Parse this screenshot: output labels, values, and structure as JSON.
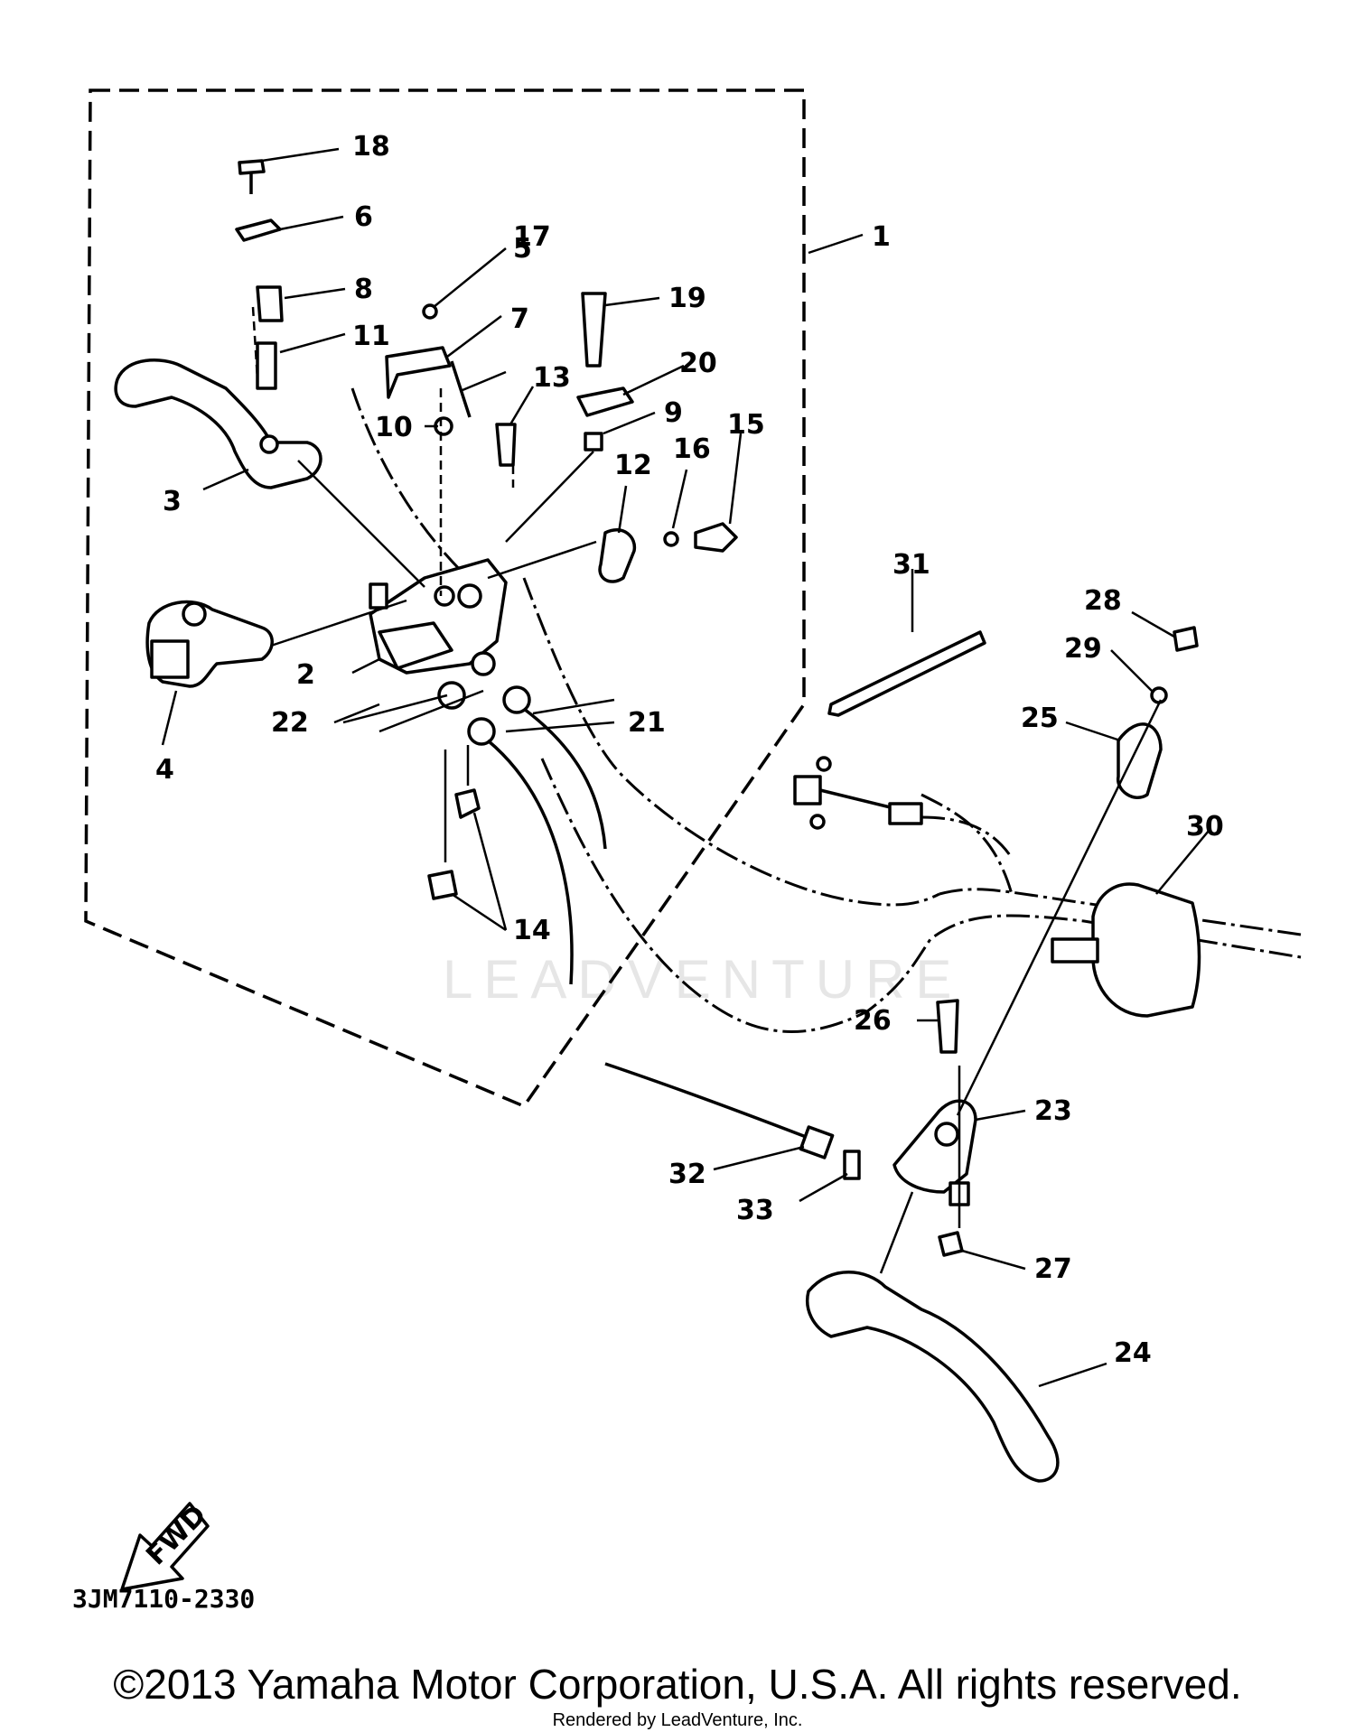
{
  "diagram": {
    "part_number_code": "3JM7110-2330",
    "direction_badge": "FWD",
    "watermark": "LEADVENTURE",
    "callouts": [
      {
        "id": "c1",
        "label": "1"
      },
      {
        "id": "c2",
        "label": "2"
      },
      {
        "id": "c3",
        "label": "3"
      },
      {
        "id": "c4",
        "label": "4"
      },
      {
        "id": "c5",
        "label": "5"
      },
      {
        "id": "c6",
        "label": "6"
      },
      {
        "id": "c7",
        "label": "7"
      },
      {
        "id": "c8",
        "label": "8"
      },
      {
        "id": "c9",
        "label": "9"
      },
      {
        "id": "c10",
        "label": "10"
      },
      {
        "id": "c11",
        "label": "11"
      },
      {
        "id": "c12",
        "label": "12"
      },
      {
        "id": "c13",
        "label": "13"
      },
      {
        "id": "c14",
        "label": "14"
      },
      {
        "id": "c15",
        "label": "15"
      },
      {
        "id": "c16",
        "label": "16"
      },
      {
        "id": "c17",
        "label": "17"
      },
      {
        "id": "c18",
        "label": "18"
      },
      {
        "id": "c19",
        "label": "19"
      },
      {
        "id": "c20",
        "label": "20"
      },
      {
        "id": "c21",
        "label": "21"
      },
      {
        "id": "c22",
        "label": "22"
      },
      {
        "id": "c23",
        "label": "23"
      },
      {
        "id": "c24",
        "label": "24"
      },
      {
        "id": "c25",
        "label": "25"
      },
      {
        "id": "c26",
        "label": "26"
      },
      {
        "id": "c27",
        "label": "27"
      },
      {
        "id": "c28",
        "label": "28"
      },
      {
        "id": "c29",
        "label": "29"
      },
      {
        "id": "c30",
        "label": "30"
      },
      {
        "id": "c31",
        "label": "31"
      },
      {
        "id": "c32",
        "label": "32"
      },
      {
        "id": "c33",
        "label": "33"
      }
    ]
  },
  "footer": {
    "copyright": "©2013 Yamaha Motor Corporation, U.S.A. All rights reserved.",
    "rendered_by": "Rendered by LeadVenture, Inc."
  }
}
